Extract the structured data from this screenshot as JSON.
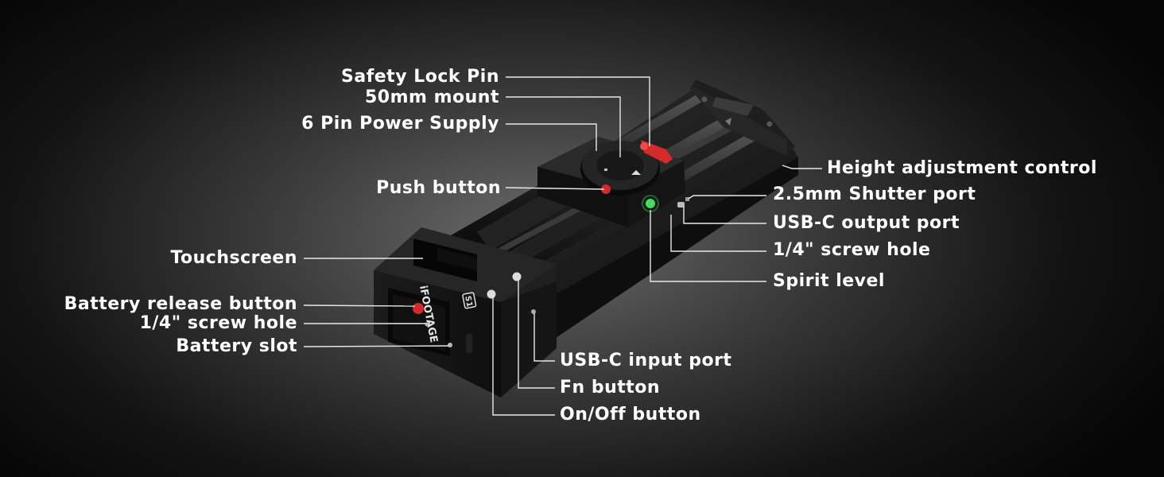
{
  "brand_text": "iFOOTAGE",
  "model_badge": "S1",
  "callouts_left": [
    {
      "id": "safety-lock-pin",
      "text": "Safety Lock Pin"
    },
    {
      "id": "50mm-mount",
      "text": "50mm mount"
    },
    {
      "id": "6-pin-power-supply",
      "text": "6 Pin Power Supply"
    },
    {
      "id": "push-button",
      "text": "Push button"
    },
    {
      "id": "touchscreen",
      "text": "Touchscreen"
    },
    {
      "id": "battery-release-button",
      "text": "Battery release button"
    },
    {
      "id": "screw-hole-left",
      "text": "1/4\" screw hole"
    },
    {
      "id": "battery-slot",
      "text": "Battery slot"
    }
  ],
  "callouts_right": [
    {
      "id": "height-adjustment-control",
      "text": "Height adjustment control"
    },
    {
      "id": "shutter-port",
      "text": "2.5mm Shutter port"
    },
    {
      "id": "usb-c-output-port",
      "text": "USB-C output port"
    },
    {
      "id": "screw-hole-right",
      "text": "1/4\" screw hole"
    },
    {
      "id": "spirit-level",
      "text": "Spirit level"
    }
  ],
  "callouts_bottom": [
    {
      "id": "usb-c-input-port",
      "text": "USB-C input port"
    },
    {
      "id": "fn-button",
      "text": "Fn button"
    },
    {
      "id": "on-off-button",
      "text": "On/Off button"
    }
  ],
  "colors": {
    "background_center": "#6a6a6a",
    "background_edge": "#050505",
    "label_text": "#ffffff",
    "leader_line": "#e8e8e8",
    "accent_red": "#d42a2a",
    "led_green": "#3fe060",
    "device_body": "#1a1a1a"
  }
}
